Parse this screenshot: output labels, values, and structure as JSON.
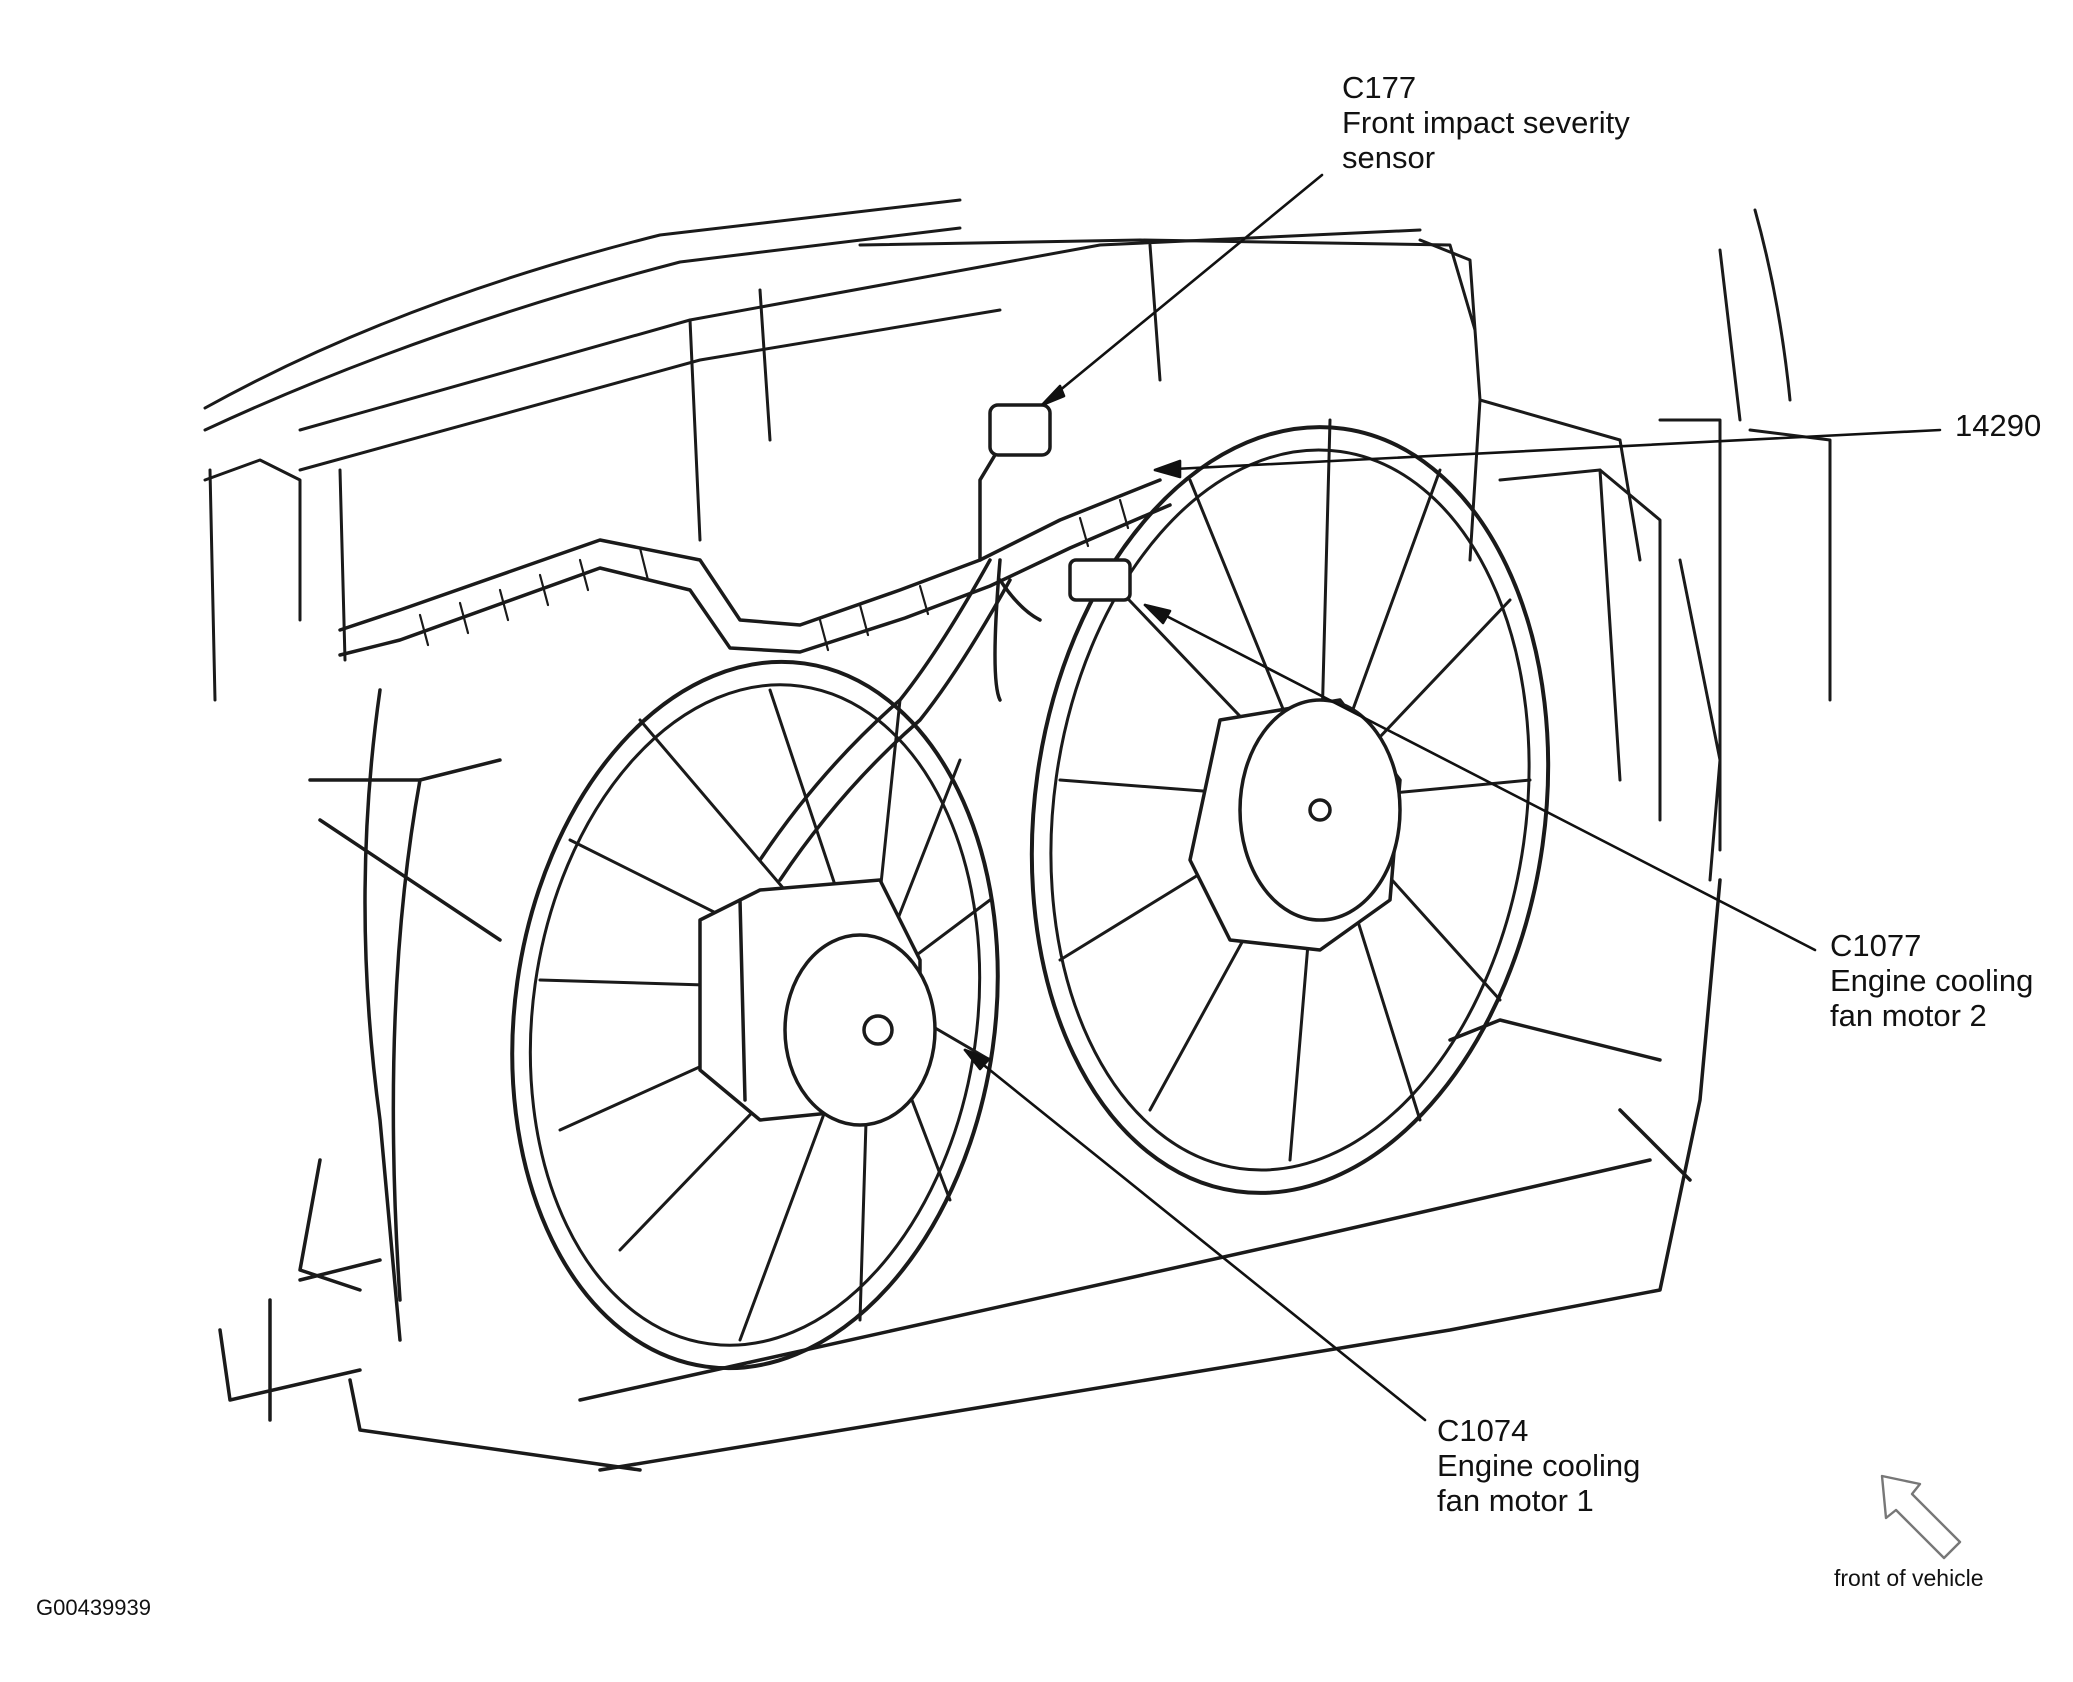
{
  "callouts": {
    "c177": {
      "code": "C177",
      "line1": "Front impact severity",
      "line2": "sensor"
    },
    "c14290": {
      "code": "14290"
    },
    "c1077": {
      "code": "C1077",
      "line1": "Engine cooling",
      "line2": "fan motor 2"
    },
    "c1074": {
      "code": "C1074",
      "line1": "Engine cooling",
      "line2": "fan motor 1"
    }
  },
  "orientation": {
    "label": "front of vehicle",
    "icon": "front-arrow-icon"
  },
  "figure_id": "G00439939"
}
